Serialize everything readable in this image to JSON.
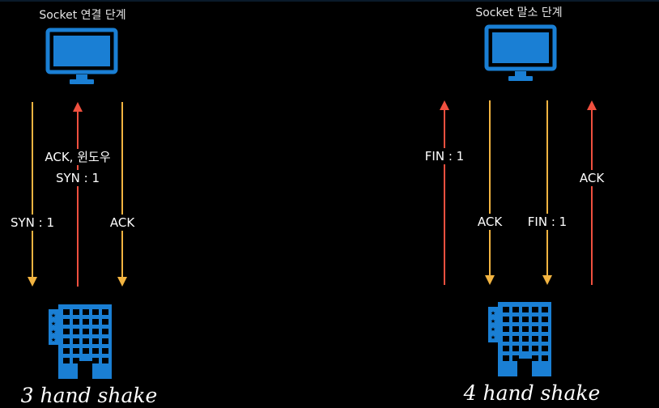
{
  "colors": {
    "background": "#000000",
    "device_blue": "#1a7fd4",
    "arrow_yellow": "#f2b441",
    "arrow_red": "#f0503f",
    "text": "#ffffff"
  },
  "panels": [
    {
      "title": "Socket 연결 단계",
      "caption": "3 hand shake",
      "icons": [
        "monitor-icon",
        "building-icon"
      ],
      "arrows": [
        {
          "direction": "down",
          "color": "yellow",
          "label": "SYN : 1"
        },
        {
          "direction": "up",
          "color": "red",
          "label_lines": [
            "ACK, 윈도우",
            "SYN : 1"
          ]
        },
        {
          "direction": "down",
          "color": "yellow",
          "label": "ACK"
        }
      ]
    },
    {
      "title": "Socket 말소 단계",
      "caption": "4 hand shake",
      "icons": [
        "monitor-icon",
        "building-icon"
      ],
      "arrows": [
        {
          "direction": "up",
          "color": "red",
          "label": "FIN : 1"
        },
        {
          "direction": "down",
          "color": "yellow",
          "label": "ACK"
        },
        {
          "direction": "down",
          "color": "yellow",
          "label": "FIN : 1"
        },
        {
          "direction": "up",
          "color": "red",
          "label": "ACK"
        }
      ]
    }
  ]
}
